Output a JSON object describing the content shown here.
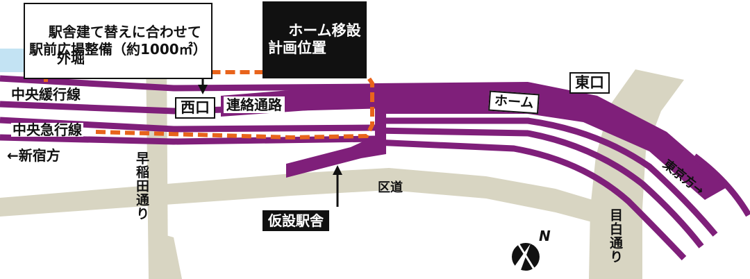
{
  "labels": {
    "note": "駅舎建て替えに合わせて\n駅前広場整備（約1000㎡）",
    "platform_plan": "ホーム移設\n計画位置",
    "moat": "外堀",
    "chuo_local": "中央緩行線",
    "chuo_rapid": "中央急行線",
    "to_shinjuku": "←新宿方",
    "west_exit": "西口",
    "passage": "連絡通路",
    "platform": "ホーム",
    "east_exit": "東口",
    "to_tokyo": "東京方→",
    "ward_road": "区道",
    "waseda_st": "早稲田通り",
    "mejiro_st": "目白通り",
    "temp_station": "仮設駅舎",
    "north": "N"
  },
  "colors": {
    "track": "#7f1f7a",
    "road": "#d8d5c2",
    "water": "#c3e3f3",
    "plan": "#e8641c",
    "ink": "#111111"
  },
  "icons": {
    "compass": "north-arrow-icon",
    "pointer": "arrow-pointer-icon"
  }
}
